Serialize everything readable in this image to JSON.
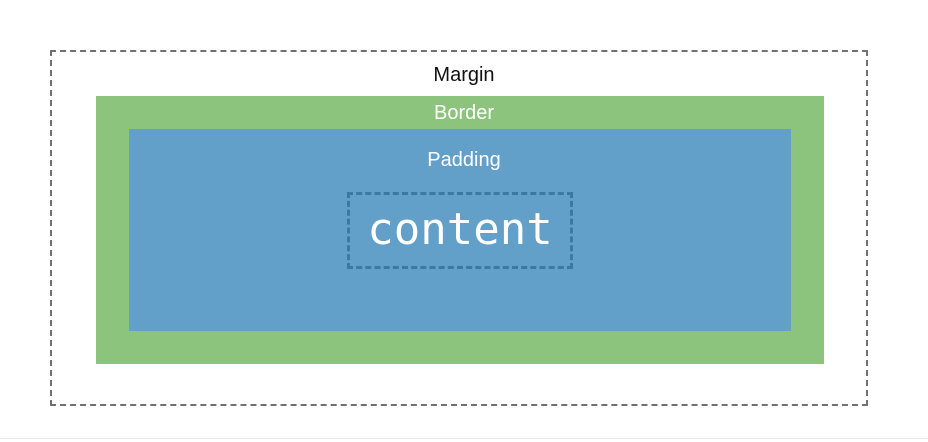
{
  "diagram": {
    "layers": [
      {
        "key": "margin",
        "label": "Margin",
        "fill": "#ffffff",
        "outline": "#707070",
        "outline_style": "dashed"
      },
      {
        "key": "border",
        "label": "Border",
        "fill": "#8dc47d"
      },
      {
        "key": "padding",
        "label": "Padding",
        "fill": "#629fc9"
      },
      {
        "key": "content",
        "label": "content",
        "outline": "#3e77a4",
        "outline_style": "dashed"
      }
    ],
    "colors": {
      "label_dark": "#111111",
      "label_light": "#ffffff"
    }
  }
}
